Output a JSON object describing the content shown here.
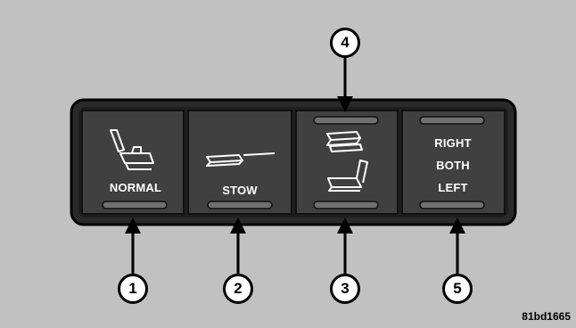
{
  "panel": {
    "buttons": [
      {
        "label": "NORMAL",
        "icon": "seat-upright-icon"
      },
      {
        "label": "STOW",
        "icon": "seat-folded-icon"
      },
      {
        "icon": "seat-fold-and-recline-icon"
      },
      {
        "labels": [
          "RIGHT",
          "BOTH",
          "LEFT"
        ]
      }
    ]
  },
  "callouts": [
    "1",
    "2",
    "3",
    "4",
    "5"
  ],
  "figure_code": "81bd1665",
  "colors": {
    "panel_bezel": "#2a2a2a",
    "button_face": "#3c3c3c",
    "indicator": "#707070",
    "label_text": "#ffffff",
    "background": "#c9c9c9"
  }
}
